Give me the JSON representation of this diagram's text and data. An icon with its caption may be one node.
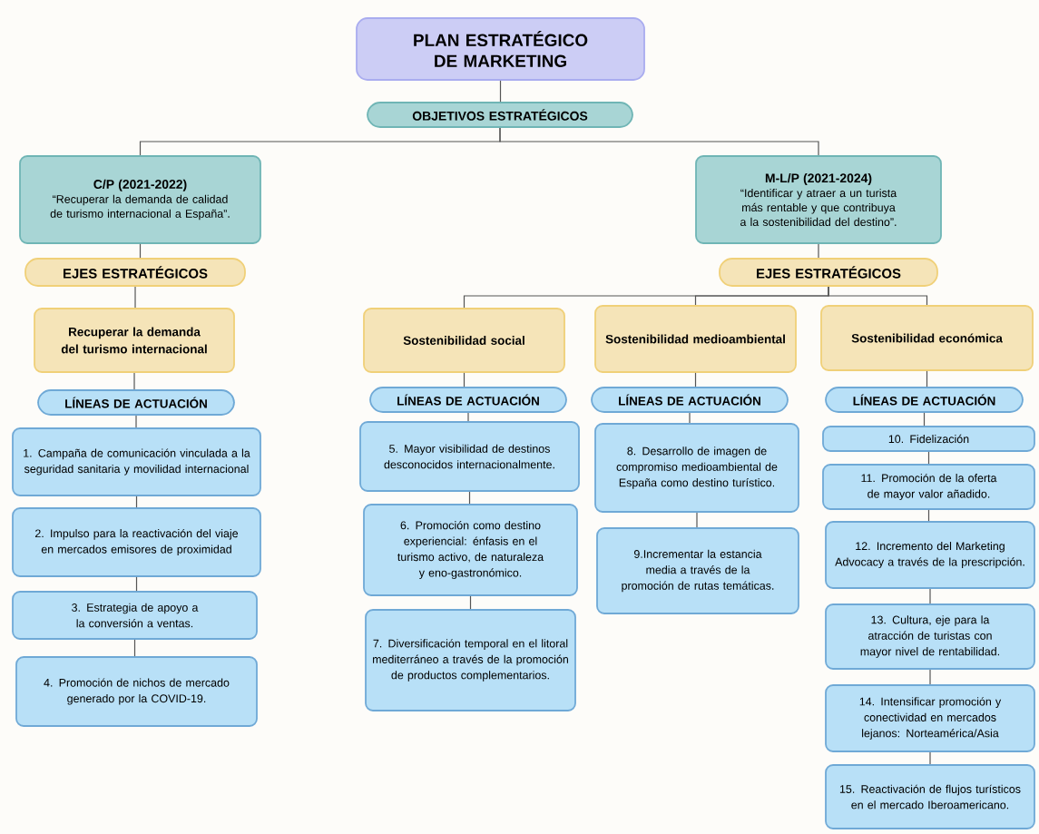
{
  "diagram": {
    "nodes": [
      {
        "text": [
          "PLAN ESTRATÉGICO DE MARKETING"
        ]
      },
      {
        "text": [
          "OBJETIVOS ESTRATÉGICOS"
        ]
      },
      {
        "text": [
          "C/P (2021-2022)",
          "“Recuperar la demanda de calidad de turismo internacional a España”."
        ]
      },
      {
        "text": [
          "M-L/P (2021-2024)",
          "“Identificar y atraer a un turista más rentable y que contribuya a la sostenibilidad del destino”."
        ]
      },
      {
        "text": [
          "EJES ESTRATÉGICOS"
        ]
      },
      {
        "text": [
          "EJES ESTRATÉGICOS"
        ]
      },
      {
        "text": [
          "Recuperar la demanda del turismo internacional"
        ]
      },
      {
        "text": [
          "LÍNEAS DE ACTUACIÓN"
        ]
      },
      {
        "text": [
          "1. Campaña de comunicación vinculada a la seguridad sanitaria y movilidad internacional"
        ]
      },
      {
        "text": [
          "2. Impulso para la reactivación del viaje en mercados emisores de proximidad"
        ]
      },
      {
        "text": [
          "3. Estrategia de apoyo a la conversión a ventas."
        ]
      },
      {
        "text": [
          "4. Promoción de nichos de mercado generado por la COVID-19."
        ]
      },
      {
        "text": [
          "Sostenibilidad social"
        ]
      },
      {
        "text": [
          "Sostenibilidad medioambiental"
        ]
      },
      {
        "text": [
          "Sostenibilidad económica"
        ]
      },
      {
        "text": [
          "LÍNEAS DE ACTUACIÓN"
        ]
      },
      {
        "text": [
          "LÍNEAS DE ACTUACIÓN"
        ]
      },
      {
        "text": [
          "LÍNEAS DE ACTUACIÓN"
        ]
      },
      {
        "text": [
          "5. Mayor visibilidad de destinos desconocidos internacionalmente."
        ]
      },
      {
        "text": [
          "6. Promoción como destino experiencial: énfasis en el turismo activo, de naturaleza y eno-gastronómico."
        ]
      },
      {
        "text": [
          "7. Diversificación temporal en el litoral mediterráneo a través de la promoción de productos complementarios."
        ]
      },
      {
        "text": [
          "8. Desarrollo de imagen de compromiso medioambiental de España como destino turístico."
        ]
      },
      {
        "text": [
          "9.Incrementar la estancia media a través de la promoción de rutas temáticas."
        ]
      },
      {
        "text": [
          "10. Fidelización"
        ]
      },
      {
        "text": [
          "11. Promoción de la oferta de mayor valor añadido."
        ]
      },
      {
        "text": [
          "12. Incremento del Marketing Advocacy a través de la prescripción."
        ]
      },
      {
        "text": [
          "13. Cultura, eje para la atracción de turistas con mayor nivel de rentabilidad."
        ]
      },
      {
        "text": [
          "14. Intensificar promoción y conectividad en mercados lejanos: Norteamérica/Asia"
        ]
      },
      {
        "text": [
          "15. Reactivación de flujos turísticos en el mercado Iberoamericano."
        ]
      }
    ],
    "edges": [
      {
        "from": 0,
        "to": 1,
        "arrow": "none"
      },
      {
        "from": 1,
        "to": 2,
        "arrow": "none"
      },
      {
        "from": 1,
        "to": 3,
        "arrow": "none"
      },
      {
        "from": 2,
        "to": 4,
        "arrow": "none"
      },
      {
        "from": 4,
        "to": 6,
        "arrow": "none"
      },
      {
        "from": 6,
        "to": 7,
        "arrow": "none"
      },
      {
        "from": 7,
        "to": 8,
        "arrow": "none"
      },
      {
        "from": 8,
        "to": 9,
        "arrow": "none"
      },
      {
        "from": 9,
        "to": 10,
        "arrow": "none"
      },
      {
        "from": 10,
        "to": 11,
        "arrow": "none"
      },
      {
        "from": 3,
        "to": 5,
        "arrow": "none"
      },
      {
        "from": 5,
        "to": 12,
        "arrow": "none"
      },
      {
        "from": 5,
        "to": 13,
        "arrow": "none"
      },
      {
        "from": 5,
        "to": 14,
        "arrow": "none"
      },
      {
        "from": 12,
        "to": 15,
        "arrow": "none"
      },
      {
        "from": 15,
        "to": 18,
        "arrow": "none"
      },
      {
        "from": 18,
        "to": 19,
        "arrow": "none"
      },
      {
        "from": 19,
        "to": 20,
        "arrow": "none"
      },
      {
        "from": 13,
        "to": 16,
        "arrow": "none"
      },
      {
        "from": 16,
        "to": 21,
        "arrow": "none"
      },
      {
        "from": 21,
        "to": 22,
        "arrow": "none"
      },
      {
        "from": 14,
        "to": 17,
        "arrow": "none"
      },
      {
        "from": 17,
        "to": 23,
        "arrow": "none"
      },
      {
        "from": 23,
        "to": 24,
        "arrow": "none"
      },
      {
        "from": 24,
        "to": 25,
        "arrow": "none"
      },
      {
        "from": 25,
        "to": 26,
        "arrow": "none"
      },
      {
        "from": 26,
        "to": 27,
        "arrow": "none"
      },
      {
        "from": 27,
        "to": 28,
        "arrow": "none"
      }
    ]
  }
}
